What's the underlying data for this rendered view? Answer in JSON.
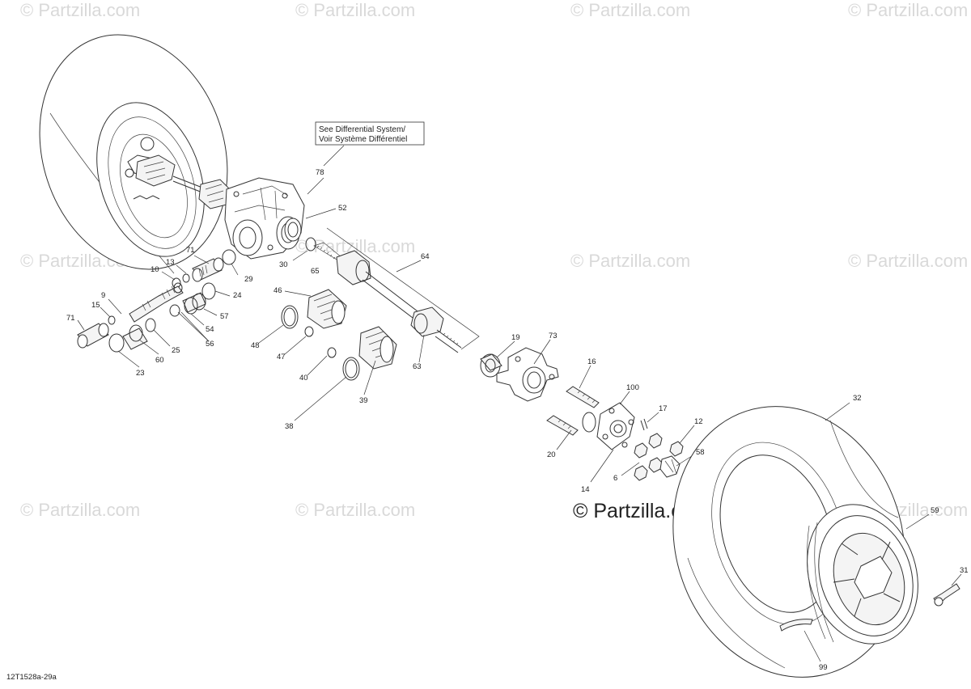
{
  "watermark": {
    "text": "© Partzilla.com",
    "main_text": "© Partzilla.com"
  },
  "note": {
    "line1": "See Differential System/",
    "line2": "Voir Système Différentiel"
  },
  "diagram_code": "12T1528a-29a",
  "part_numbers": [
    "78",
    "52",
    "30",
    "64",
    "65",
    "71",
    "13",
    "10",
    "9",
    "15",
    "71",
    "29",
    "24",
    "57",
    "54",
    "56",
    "25",
    "60",
    "23",
    "46",
    "48",
    "47",
    "40",
    "38",
    "39",
    "63",
    "19",
    "73",
    "16",
    "100",
    "17",
    "12",
    "58",
    "6",
    "14",
    "20",
    "32",
    "59",
    "31",
    "99"
  ]
}
